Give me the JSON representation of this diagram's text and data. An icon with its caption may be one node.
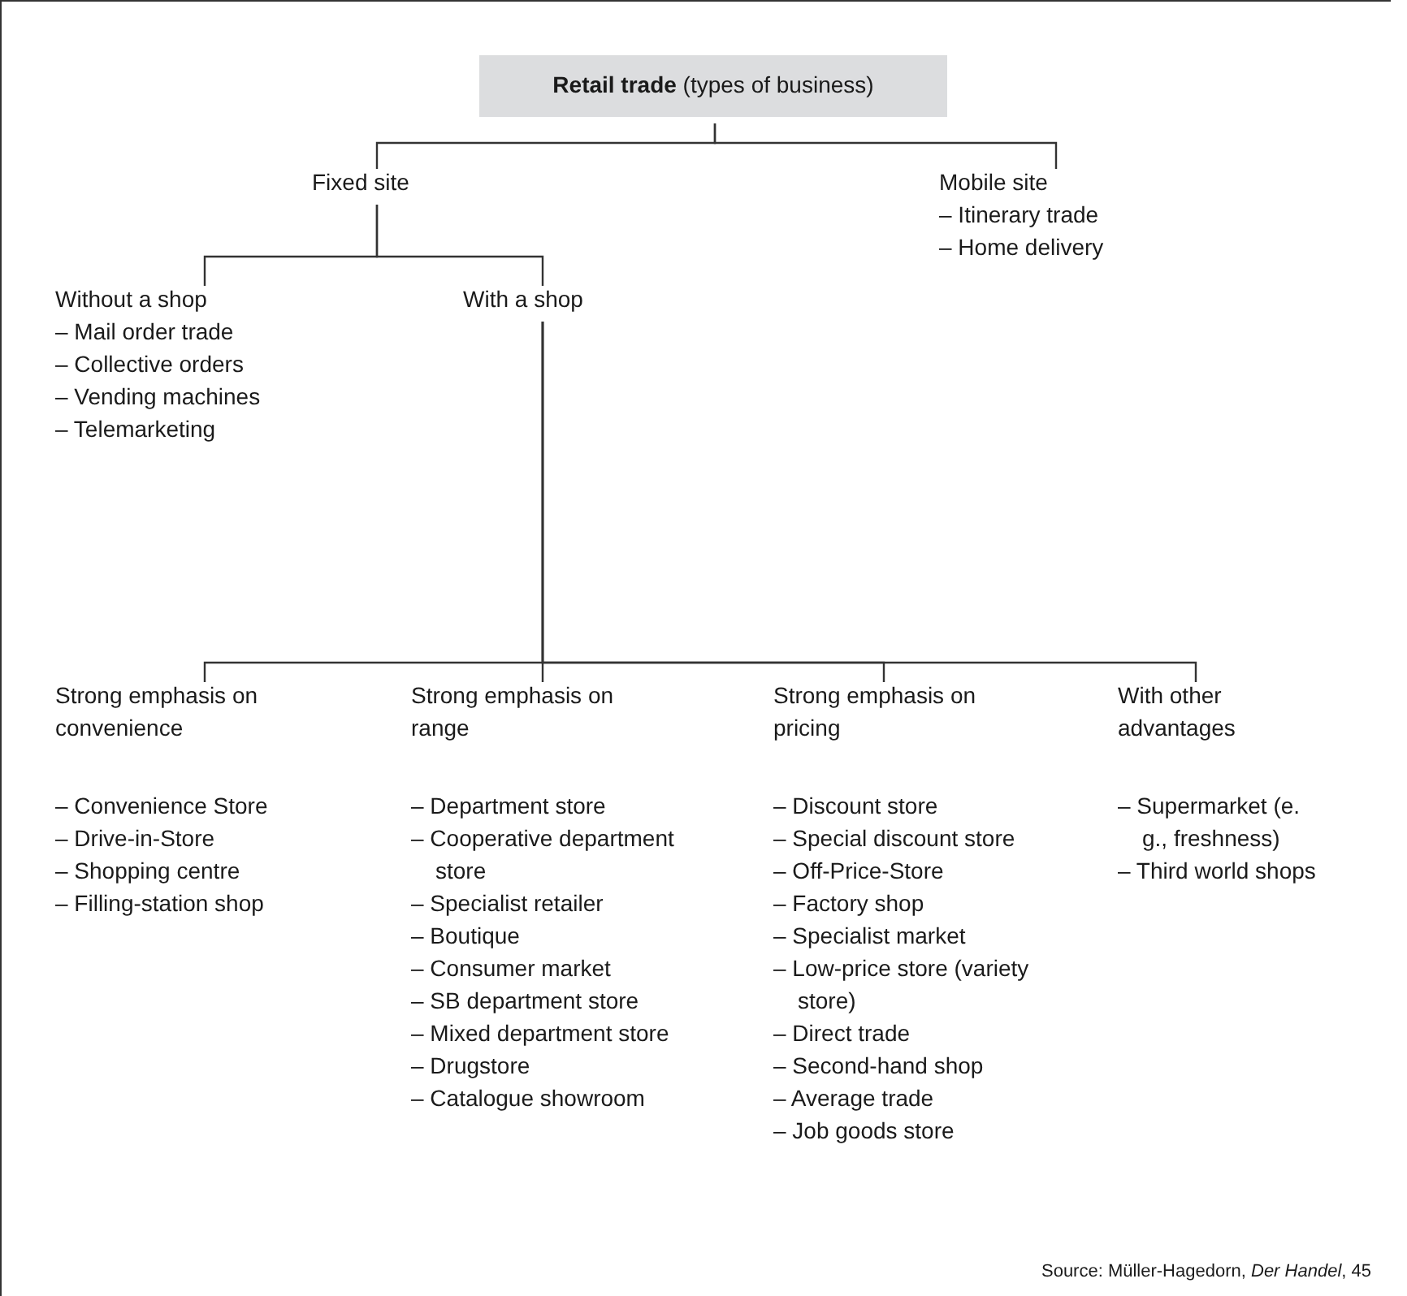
{
  "diagram": {
    "caption": "Source: Müller-Hagedorn, *Der Handel*, 45",
    "nodes": [
      {
        "text": [
          "**Retail trade** (types of business)"
        ]
      },
      {
        "text": [
          "Fixed site"
        ]
      },
      {
        "text": [
          "Mobile site",
          "– Itinerary trade",
          "– Home delivery"
        ]
      },
      {
        "text": [
          "Without a shop",
          "– Mail order trade",
          "– Collective orders",
          "– Vending machines",
          "– Telemarketing"
        ]
      },
      {
        "text": [
          "With a shop"
        ]
      },
      {
        "text": [
          "Strong emphasis on convenience",
          "– Convenience Store",
          "– Drive-in-Store",
          "– Shopping centre",
          "– Filling-station shop"
        ]
      },
      {
        "text": [
          "Strong emphasis on range",
          "– Department store",
          "– Cooperative department store",
          "– Specialist retailer",
          "– Boutique",
          "– Consumer market",
          "– SB department store",
          "– Mixed department store",
          "– Drugstore",
          "– Catalogue showroom"
        ]
      },
      {
        "text": [
          "Strong emphasis on pricing",
          "– Discount store",
          "– Special discount store",
          "– Off-Price-Store",
          "– Factory shop",
          "– Specialist market",
          "– Low-price store (variety store)",
          "– Direct trade",
          "– Second-hand shop",
          "– Average trade",
          "– Job goods store"
        ]
      },
      {
        "text": [
          "With other advantages",
          "– Supermarket (e. g., freshness)",
          "– Third world shops"
        ]
      }
    ],
    "edges": [
      {
        "from": 0,
        "to": 1,
        "arrow": "none"
      },
      {
        "from": 0,
        "to": 2,
        "arrow": "none"
      },
      {
        "from": 1,
        "to": 3,
        "arrow": "none"
      },
      {
        "from": 1,
        "to": 4,
        "arrow": "none"
      },
      {
        "from": 4,
        "to": 5,
        "arrow": "none"
      },
      {
        "from": 4,
        "to": 6,
        "arrow": "none"
      },
      {
        "from": 4,
        "to": 7,
        "arrow": "none"
      },
      {
        "from": 4,
        "to": 8,
        "arrow": "none"
      }
    ]
  }
}
